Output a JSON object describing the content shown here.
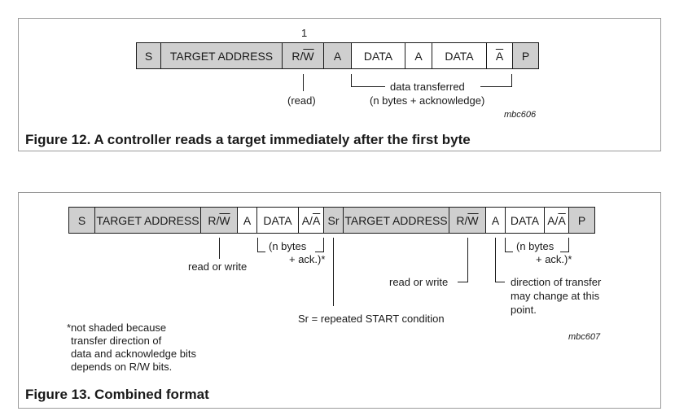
{
  "figure12": {
    "caption": "Figure 12.  A controller reads a target immediately after the first byte",
    "bit_marker": "1",
    "cells": {
      "s": "S",
      "target_address": "TARGET ADDRESS",
      "rw_r": "R/",
      "rw_w": "W",
      "a1": "A",
      "data1": "DATA",
      "a2": "A",
      "data2": "DATA",
      "nack": "A",
      "p": "P"
    },
    "read_label": "(read)",
    "data_transferred": "data transferred",
    "n_bytes_ack": "(n bytes + acknowledge)",
    "ref": "mbc606"
  },
  "figure13": {
    "caption": "Figure 13.  Combined format",
    "cells": {
      "s": "S",
      "target_address_1": "TARGET ADDRESS",
      "rw1_r": "R/",
      "rw1_w": "W",
      "a1": "A",
      "data1": "DATA",
      "aa1_a": "A/",
      "aa1_abar": "A",
      "sr": "Sr",
      "target_address_2": "TARGET ADDRESS",
      "rw2_r": "R/",
      "rw2_w": "W",
      "a2": "A",
      "data2": "DATA",
      "aa2_a": "A/",
      "aa2_abar": "A",
      "p": "P"
    },
    "read_or_write_1": "read or write",
    "n_bytes_1": "(n bytes",
    "ack_1": "+ ack.)*",
    "read_or_write_2": "read or write",
    "n_bytes_2": "(n bytes",
    "ack_2": "+ ack.)*",
    "sr_note": "Sr = repeated START condition",
    "direction_note": [
      "direction of transfer",
      "may change at this",
      "point."
    ],
    "footnote": [
      "*not shaded because",
      "transfer direction of",
      "data and acknowledge bits",
      "depends on R/W bits."
    ],
    "ref": "mbc607"
  }
}
